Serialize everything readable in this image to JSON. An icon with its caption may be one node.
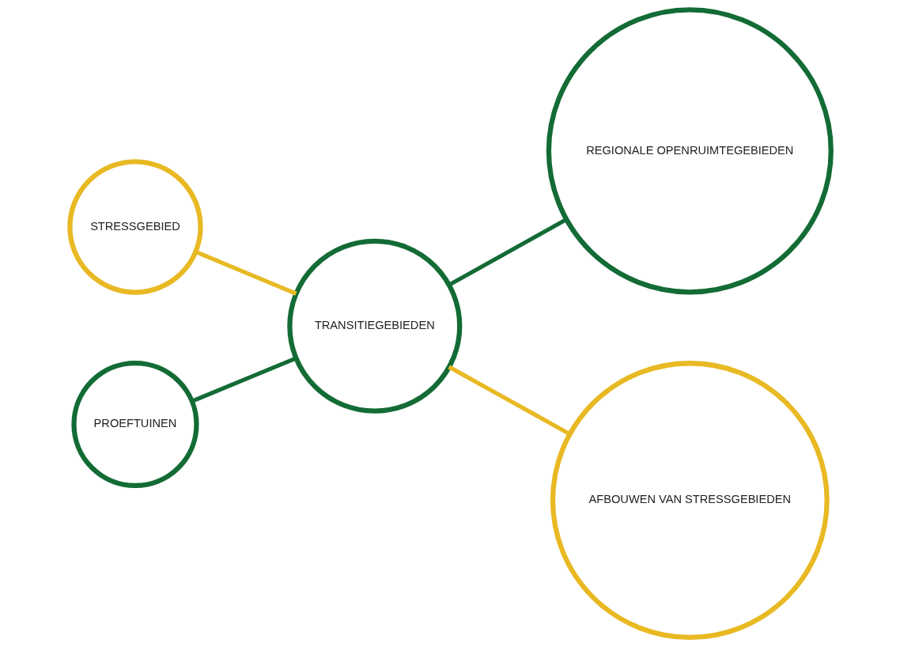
{
  "diagram": {
    "nodes": [
      {
        "text": [
          "STRESSGEBIED"
        ]
      },
      {
        "text": [
          "REGIONALE OPENRUIMTEGEBIEDEN"
        ]
      },
      {
        "text": [
          "TRANSITIEGEBIEDEN"
        ]
      },
      {
        "text": [
          "PROEFTUINEN"
        ]
      },
      {
        "text": [
          "AFBOUWEN VAN STRESSGEBIEDEN"
        ]
      }
    ],
    "edges": [
      {
        "from": 0,
        "to": 2,
        "arrow": "none",
        "color": "#e8b923"
      },
      {
        "from": 2,
        "to": 4,
        "arrow": "none",
        "color": "#e8b923"
      },
      {
        "from": 3,
        "to": 2,
        "arrow": "none",
        "color": "#136b35"
      },
      {
        "from": 2,
        "to": 1,
        "arrow": "none",
        "color": "#136b35"
      }
    ]
  }
}
